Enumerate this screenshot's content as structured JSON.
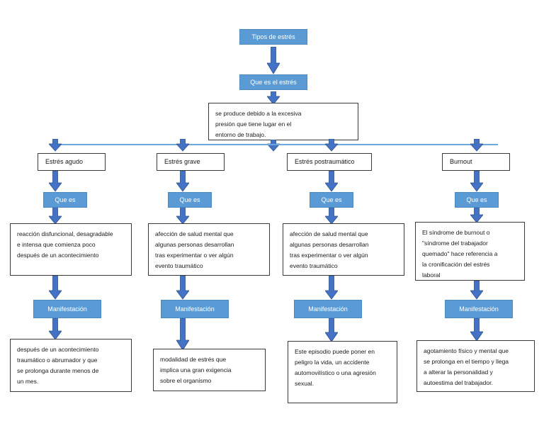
{
  "diagram": {
    "title": "Tipos de estrés",
    "root": {
      "label": "Tipos de estrés"
    },
    "subroot": {
      "label": "Que es el estrés"
    },
    "definition": {
      "text": "se produce debido a la excesiva\npresión que tiene lugar en el\nentorno de trabajo."
    },
    "columns": [
      {
        "type_label": "Estrés agudo",
        "que_es_label": "Que es",
        "que_es_text": "reacción disfuncional, desagradable\ne intensa que comienza poco\ndespués de un acontecimiento",
        "manifestacion_label": "Manifestación",
        "manifestacion_text": "después de un acontecimiento\ntraumático o abrumador y que\nse prolonga durante menos de\nun mes."
      },
      {
        "type_label": "Estrés grave",
        "que_es_label": "Que es",
        "que_es_text": "afección de salud mental que\nalgunas personas desarrollan\ntras experimentar o ver algún\nevento traumático",
        "manifestacion_label": "Manifestación",
        "manifestacion_text": " modalidad de estrés que\nimplica una gran exigencia\nsobre el organismo"
      },
      {
        "type_label": "Estrés postraumático",
        "que_es_label": "Que es",
        "que_es_text": "afección de salud mental que\nalgunas personas desarrollan\ntras experimentar o ver algún\nevento traumático",
        "manifestacion_label": "Manifestación",
        "manifestacion_text": " Este episodio puede poner en\npeligro la vida, un accidente\nautomovilístico o una agresión\nsexual."
      },
      {
        "type_label": "Burnout",
        "que_es_label": "Que es",
        "que_es_text": "El síndrome de burnout o\n\"síndrome del trabajador\nquemado\" hace referencia a\nla cronificación del estrés\nlaboral",
        "manifestacion_label": "Manifestación",
        "manifestacion_text": "agotamiento físico y mental que\nse prolonga en el tiempo y llega\na alterar la personalidad y\nautoestima del trabajador."
      }
    ],
    "colors": {
      "node_fill": "#5B9BD5",
      "arrow_fill": "#4472C4",
      "arrow_stroke": "#2F528F",
      "connector_line": "#6FA8DC",
      "box_border": "#3B3B3B",
      "box_fill": "#FFFFFF",
      "text_dark": "#1A1A1A",
      "text_light": "#FFFFFF"
    }
  }
}
